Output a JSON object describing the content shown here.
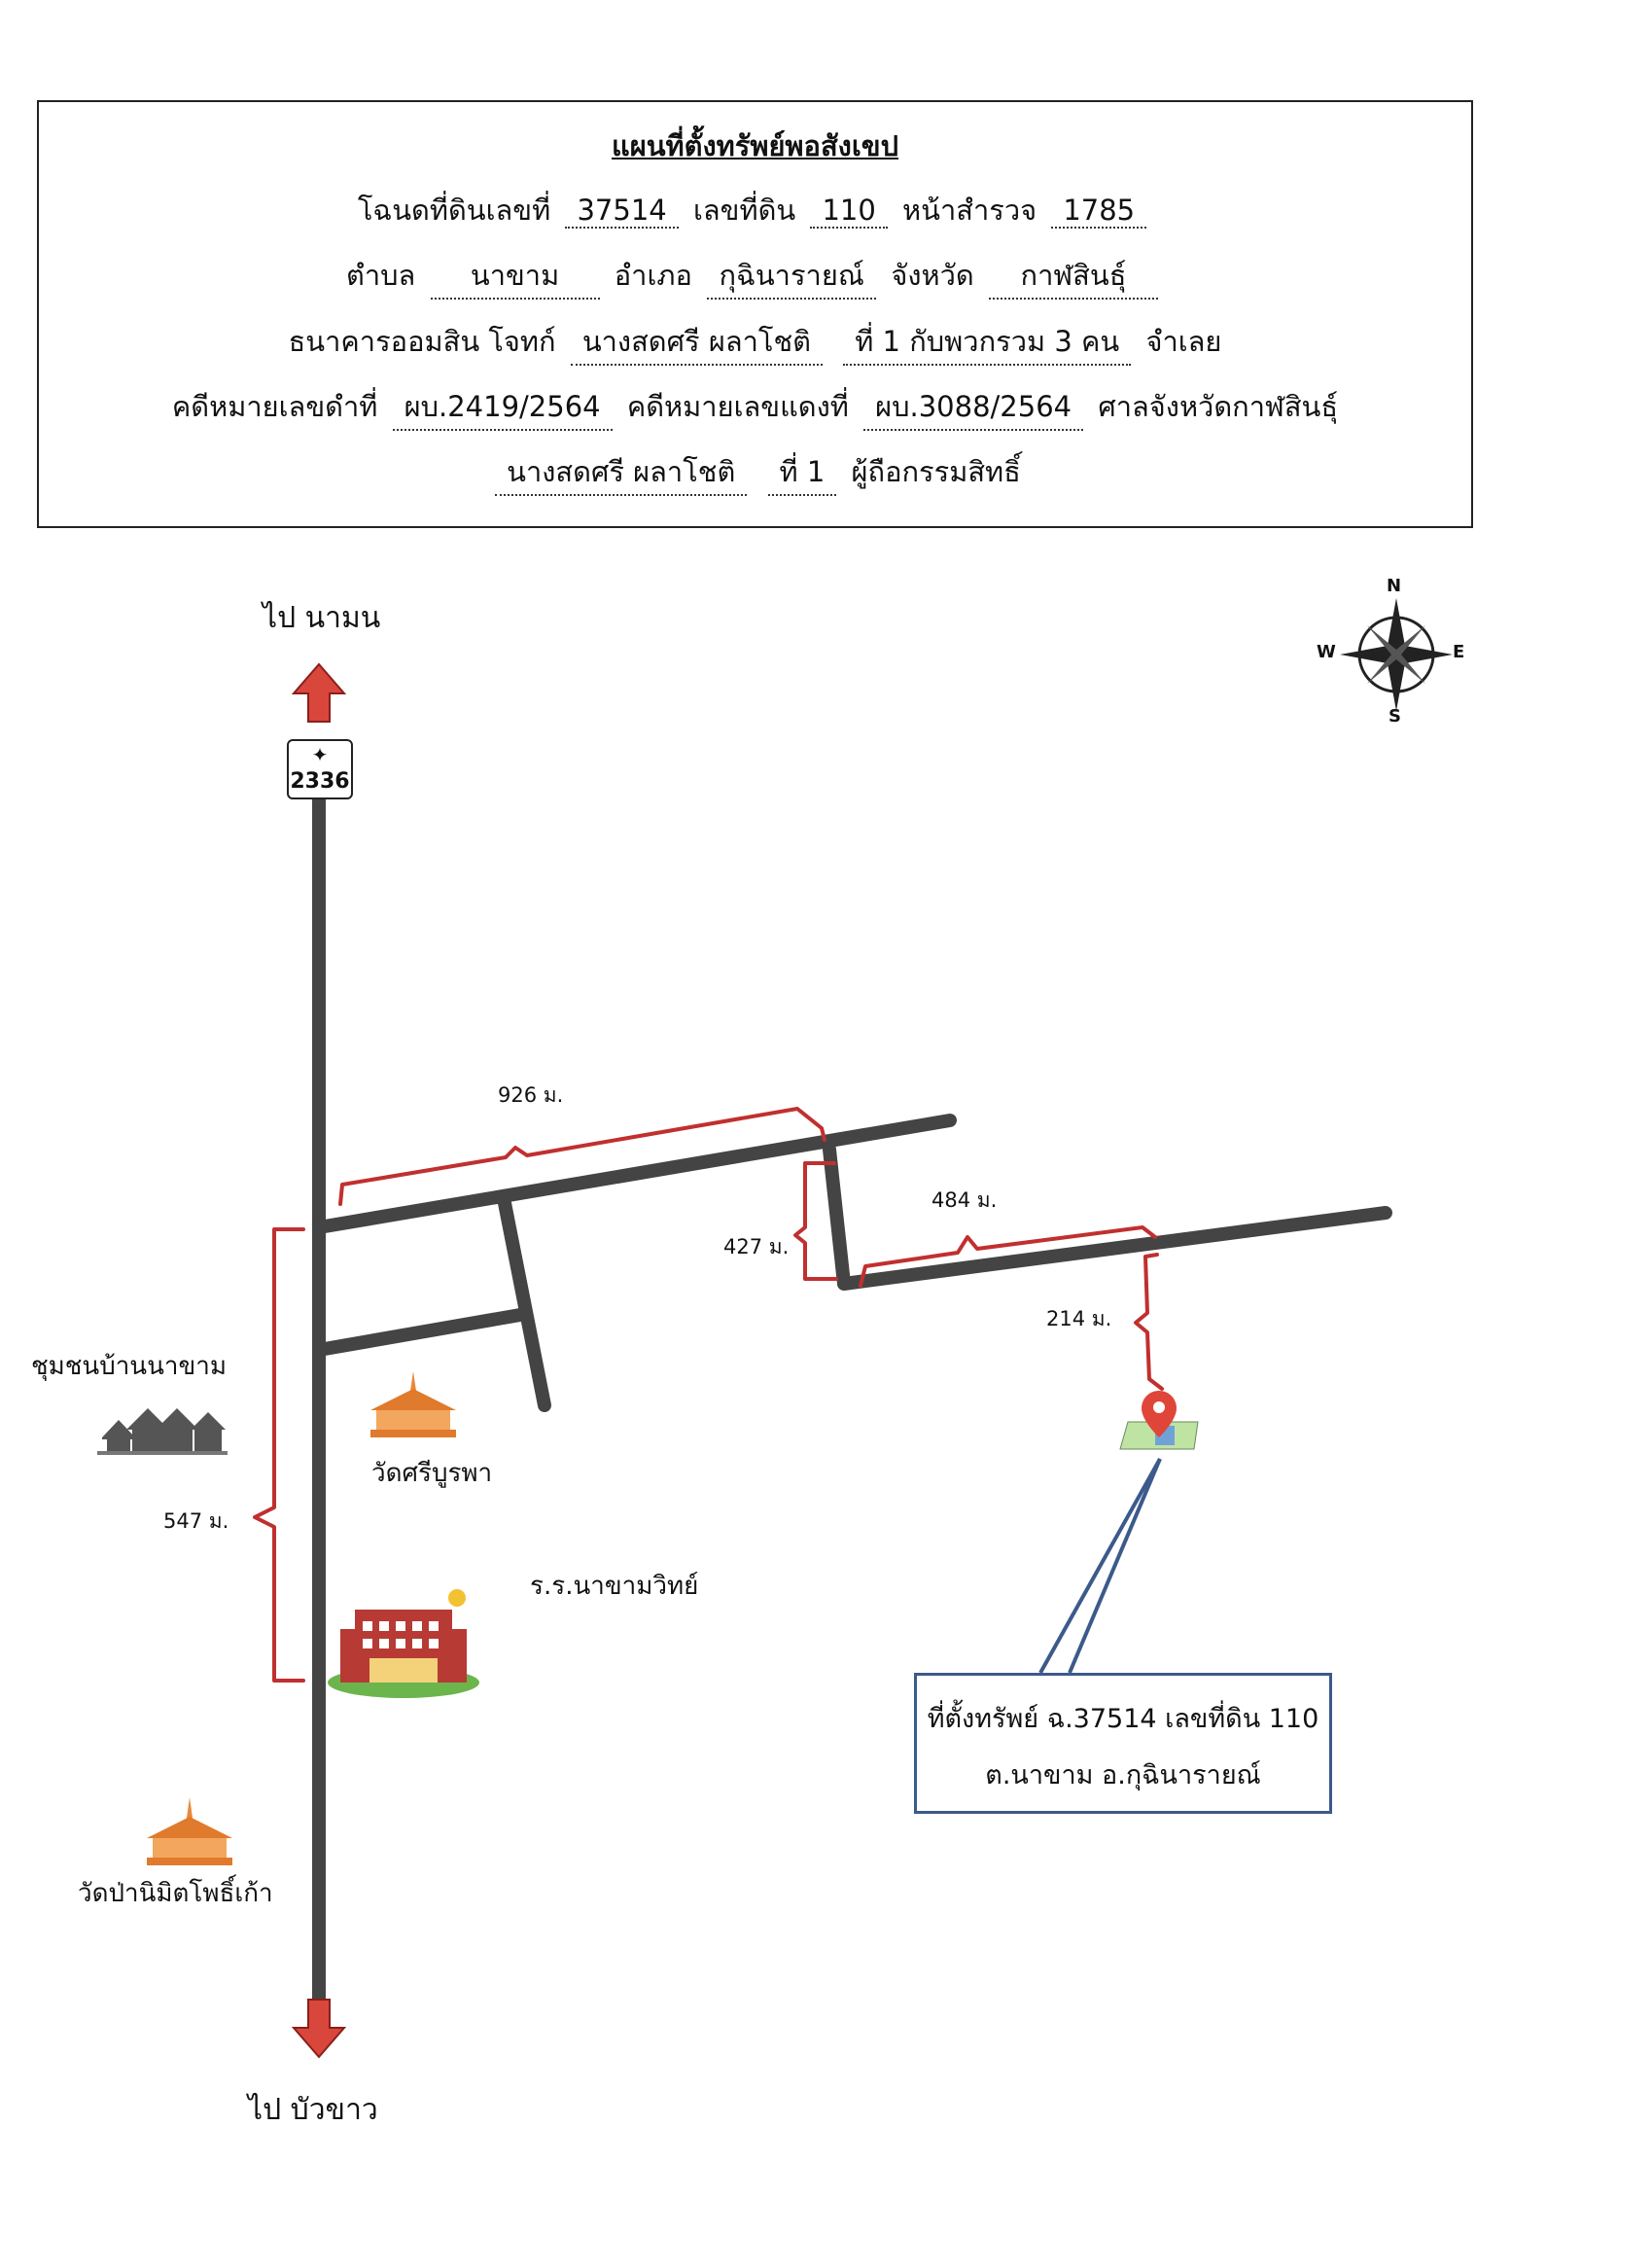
{
  "header": {
    "title": "แผนที่ตั้งทรัพย์พอสังเขป",
    "deed_label": "โฉนดที่ดินเลขที่",
    "deed_no": "37514",
    "land_no_label": "เลขที่ดิน",
    "land_no": "110",
    "survey_label": "หน้าสำรวจ",
    "survey_no": "1785",
    "tambon_label": "ตำบล",
    "tambon": "นาขาม",
    "amphoe_label": "อำเภอ",
    "amphoe": "กุฉินารายณ์",
    "province_label": "จังหวัด",
    "province": "กาฬสินธุ์",
    "plaintiff_label": "ธนาคารออมสิน  โจทก์",
    "defendant": "นางสดศรี ผลาโชติ",
    "defendant_no": "ที่ 1  กับพวกรวม 3 คน",
    "defendant_label": "จำเลย",
    "black_case_label": "คดีหมายเลขดำที่",
    "black_case": "ผบ.2419/2564",
    "red_case_label": "คดีหมายเลขแดงที่",
    "red_case": "ผบ.3088/2564",
    "court": "ศาลจังหวัดกาฬสินธุ์",
    "owner": "นางสดศรี ผลาโชติ",
    "owner_no": "ที่ 1",
    "owner_label": "ผู้ถือกรรมสิทธิ์"
  },
  "map": {
    "to_north": "ไป  นามน",
    "to_south": "ไป  บัวขาว",
    "route_no": "2336",
    "compass": {
      "n": "N",
      "s": "S",
      "e": "E",
      "w": "W"
    },
    "distances": {
      "d926": "926 ม.",
      "d484": "484 ม.",
      "d427": "427 ม.",
      "d214": "214 ม.",
      "d547": "547 ม."
    },
    "landmarks": {
      "community": "ชุมชนบ้านนาขาม",
      "temple1": "วัดศรีบูรพา",
      "school": "ร.ร.นาขามวิทย์",
      "temple2": "วัดป่านิมิตโพธิ์เก้า"
    },
    "property_box": {
      "line1": "ที่ตั้งทรัพย์ ฉ.37514  เลขที่ดิน 110",
      "line2": "ต.นาขาม อ.กุฉินารายณ์"
    },
    "colors": {
      "road": "#444444",
      "dimension": "#c0302f",
      "arrow": "#d9463c",
      "box_border": "#3c5a8a",
      "pin": "#e0453a"
    }
  }
}
